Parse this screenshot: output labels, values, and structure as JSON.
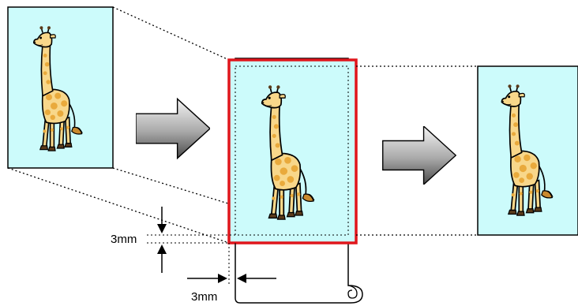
{
  "dimensions": {
    "top_margin_label": "3mm",
    "left_margin_label": "3mm"
  },
  "colors": {
    "image_background": "#ccfbfb",
    "print_area_border": "#e0161c",
    "outline": "#000000",
    "arrow_gradient_light": "#f4f4f4",
    "arrow_gradient_dark": "#4a4a4a",
    "giraffe_body": "#f8d78a",
    "giraffe_spots": "#e9aa3c"
  },
  "icons": {
    "source_image": "giraffe-illustration",
    "enlarged_image": "giraffe-illustration",
    "output_image": "giraffe-illustration",
    "process_arrow": "right-block-arrow",
    "paper": "roll-paper-sheet"
  }
}
